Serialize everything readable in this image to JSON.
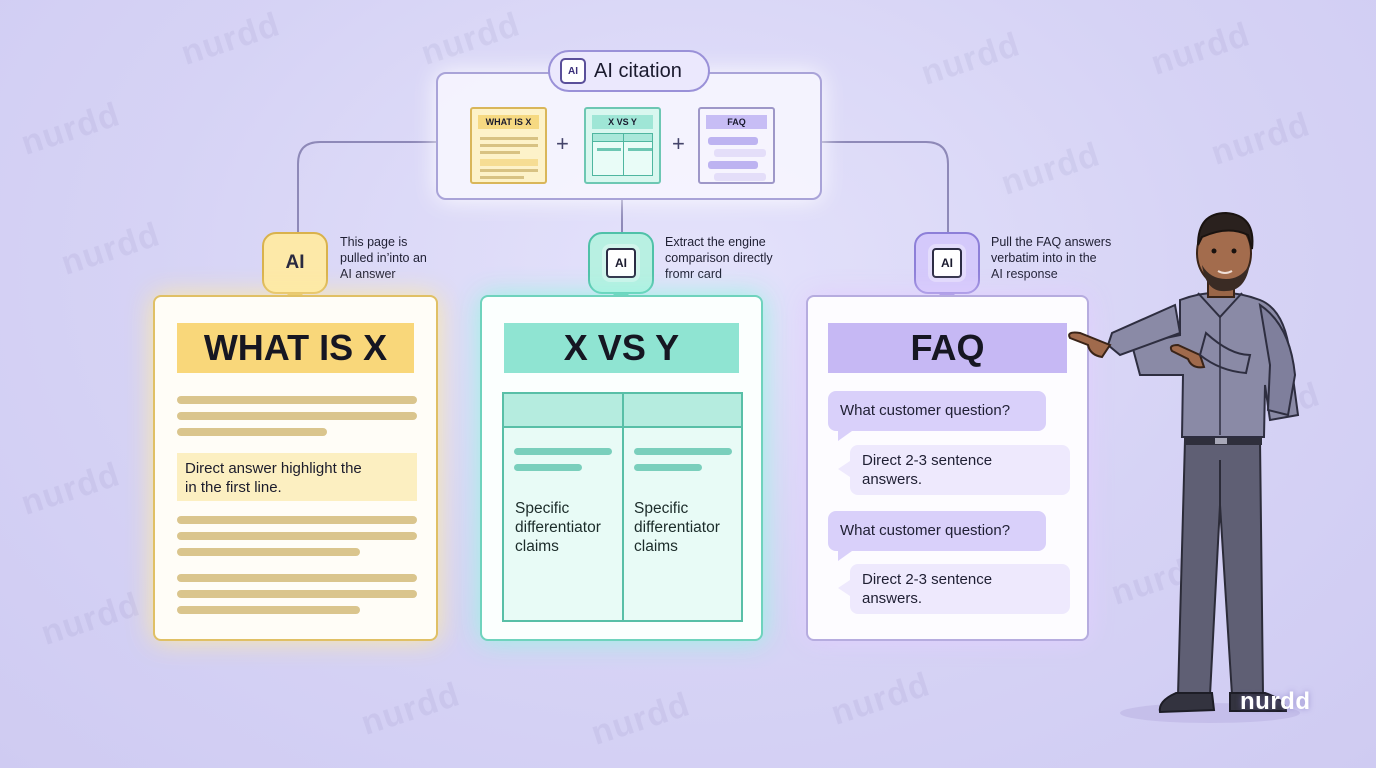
{
  "header": {
    "title": "AI citation",
    "chip_label": "AI"
  },
  "mini_cards": {
    "what": "WHAT IS X",
    "vs": "X VS Y",
    "faq": "FAQ"
  },
  "plus_symbol": "+",
  "badges": {
    "what": "AI",
    "vs": "AI",
    "faq": "AI"
  },
  "notes": {
    "what": [
      "This page is",
      "pulled in’into an",
      "AI answer"
    ],
    "vs": [
      "Extract the engine",
      "comparison directly",
      "fromr card"
    ],
    "faq": [
      "Pull the FAQ answers",
      "verbatim into in the",
      "AI response"
    ]
  },
  "cards": {
    "what": {
      "title": "WHAT IS X",
      "highlight_lines": [
        "Direct answer highlight the",
        "in the first line."
      ]
    },
    "vs": {
      "title": "X VS Y",
      "left_claim": [
        "Specific",
        "differentiator",
        "claims"
      ],
      "right_claim": [
        "Specific",
        "differentiator",
        "claims"
      ]
    },
    "faq": {
      "title": "FAQ",
      "items": [
        {
          "question": "What customer question?",
          "answer": [
            "Direct 2-3 sentence",
            "answers."
          ]
        },
        {
          "question": "What customer question?",
          "answer": [
            "Direct 2-3 sentence",
            "answers."
          ]
        }
      ]
    }
  },
  "watermark": "nurdd",
  "brand": "nurdd",
  "colors": {
    "background": "#d9d7f7",
    "yellow_accent": "#f9d77a",
    "teal_accent": "#8fe4d2",
    "purple_accent": "#c6b8f4"
  }
}
